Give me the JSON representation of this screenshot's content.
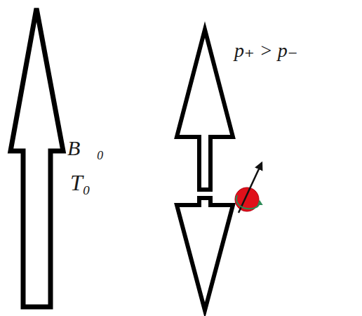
{
  "diagram": {
    "labels": [
      "B⃗₀",
      "T₀",
      "p₊ > p₋"
    ]
  }
}
